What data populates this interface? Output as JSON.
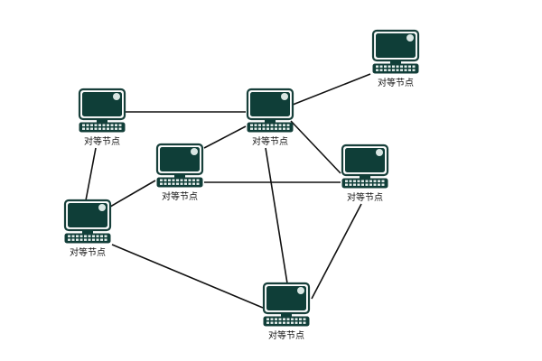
{
  "diagram": {
    "node_label": "对等节点",
    "colors": {
      "screen": "#0f3e38",
      "frame": "#ffffff",
      "outline": "#173f3a",
      "keyboard": "#e8f0ee",
      "line": "#111111"
    },
    "nodes": [
      {
        "id": "n1",
        "label": "对等节点"
      },
      {
        "id": "n2",
        "label": "对等节点"
      },
      {
        "id": "n3",
        "label": "对等节点"
      },
      {
        "id": "n4",
        "label": "对等节点"
      },
      {
        "id": "n5",
        "label": "对等节点"
      },
      {
        "id": "n6",
        "label": "对等节点"
      },
      {
        "id": "n7",
        "label": "对等节点"
      }
    ],
    "edges": [
      [
        "n2",
        "n3"
      ],
      [
        "n3",
        "n1"
      ],
      [
        "n3",
        "n4"
      ],
      [
        "n3",
        "n5"
      ],
      [
        "n3",
        "n7"
      ],
      [
        "n2",
        "n6"
      ],
      [
        "n4",
        "n5"
      ],
      [
        "n4",
        "n6"
      ],
      [
        "n6",
        "n7"
      ],
      [
        "n5",
        "n7"
      ]
    ]
  }
}
